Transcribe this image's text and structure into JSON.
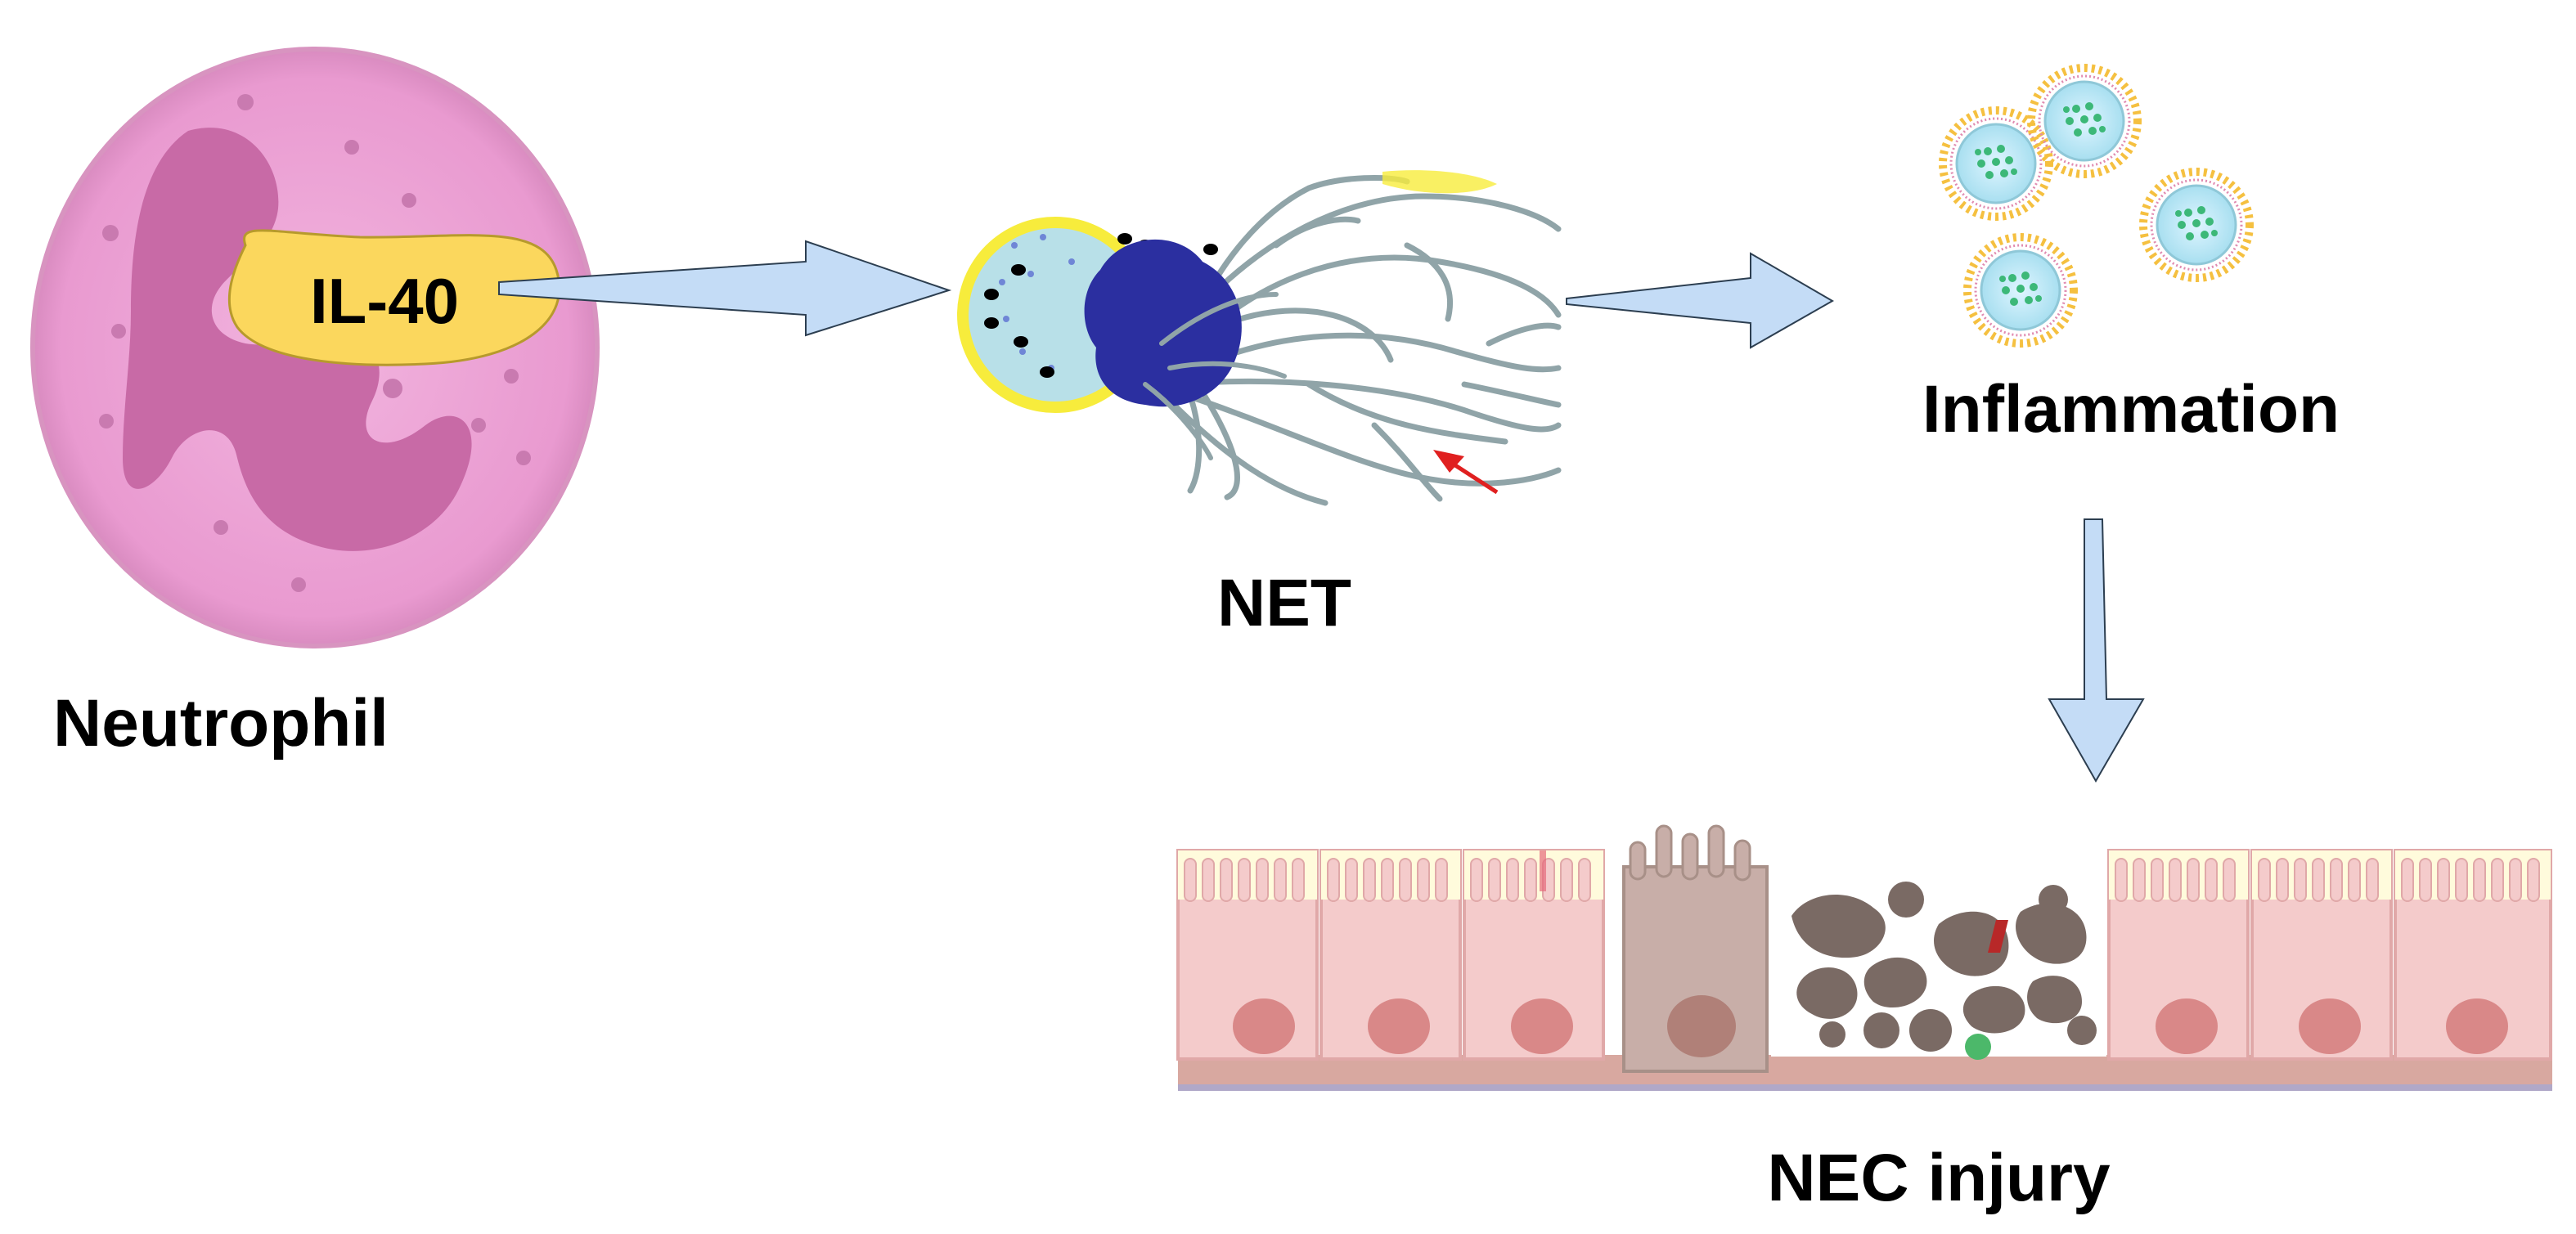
{
  "labels": {
    "neutrophil": "Neutrophil",
    "il40": "IL-40",
    "net": "NET",
    "inflammation": "Inflammation",
    "nec_injury": "NEC injury"
  },
  "colors": {
    "neutrophil_cytoplasm": "#ec9fd4",
    "neutrophil_nucleus": "#c86aa6",
    "il40_fill": "#fbd75d",
    "arrow_fill": "#c4dcf6",
    "net_cytoplasm": "#b8e0e8",
    "net_ring": "#f7ec3c",
    "net_nucleus": "#2b2fa0",
    "net_fibers": "#90a4a8",
    "vesicle_ring": "#f5c040",
    "vesicle_core": "#9be0c8",
    "epithelium_cell": "#f4cbcb",
    "epithelium_nucleus": "#d98888",
    "microvilli": "#fffbdc",
    "damaged_cell": "#c8aea8",
    "debris": "#7a6a64"
  },
  "icons": [
    "neutrophil-cell-icon",
    "net-cell-icon",
    "inflammation-vesicles-icon",
    "intestinal-epithelium-icon"
  ]
}
